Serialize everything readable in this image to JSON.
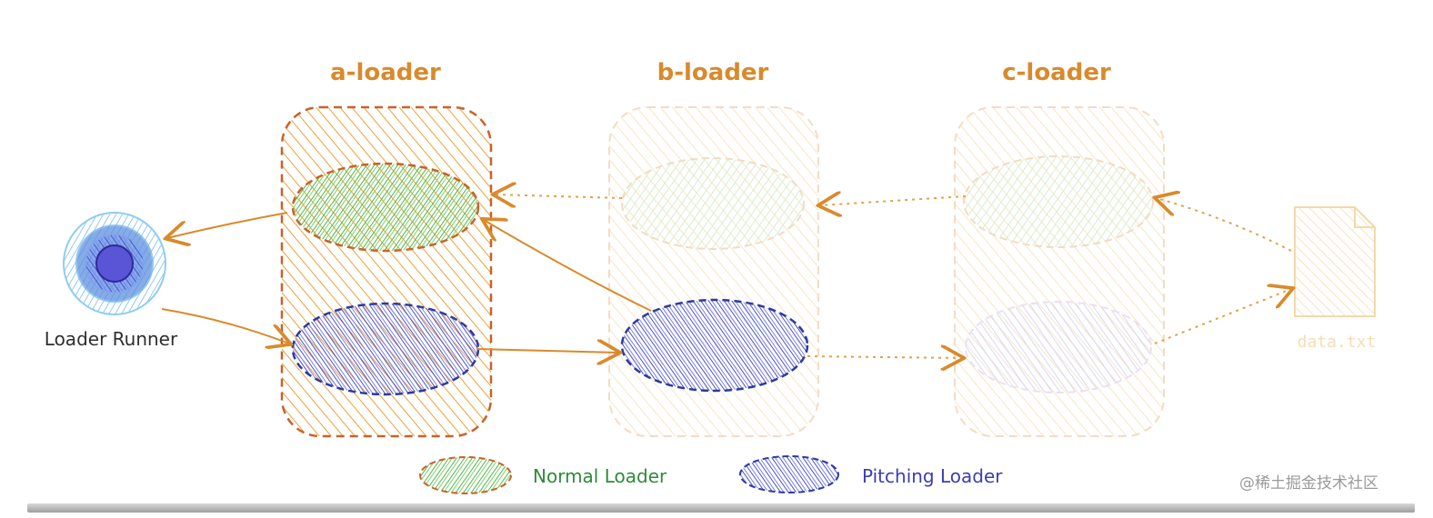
{
  "loaders": [
    {
      "title": "a-loader",
      "active": true
    },
    {
      "title": "b-loader",
      "active": false
    },
    {
      "title": "c-loader",
      "active": false
    }
  ],
  "runner": {
    "label": "Loader Runner"
  },
  "file": {
    "label": "data.txt"
  },
  "legend": {
    "normal_label": "Normal Loader",
    "pitching_label": "Pitching Loader"
  },
  "watermark": "@稀土掘金技术社区",
  "colors": {
    "orange": "#d98a2b",
    "normal_green": "#5cc05a",
    "pitching_blue": "#4b55d6",
    "runner_cyan": "#5fb8e6",
    "faded_orange": "#f6e3c2"
  }
}
